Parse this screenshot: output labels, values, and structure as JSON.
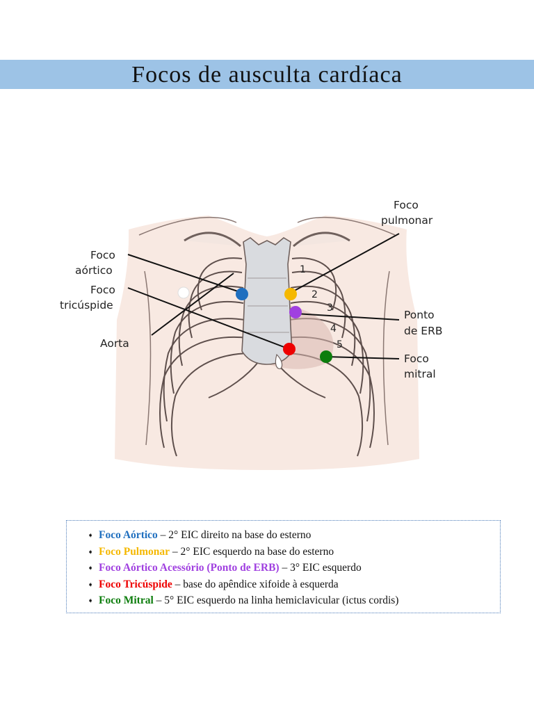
{
  "title": "Focos de ausculta cardíaca",
  "colors": {
    "title_band": "#9dc3e6",
    "aortic": "#1f6fbf",
    "pulmonary": "#f5b800",
    "erb": "#a040e0",
    "tricuspid": "#ee0000",
    "mitral": "#0d7d0d"
  },
  "diagram": {
    "labels": {
      "foco_pulmonar_1": "Foco",
      "foco_pulmonar_2": "pulmonar",
      "foco_aortico_1": "Foco",
      "foco_aortico_2": "aórtico",
      "foco_tricuspide_1": "Foco",
      "foco_tricuspide_2": "tricúspide",
      "aorta": "Aorta",
      "ponto_erb_1": "Ponto",
      "ponto_erb_2": "de ERB",
      "foco_mitral_1": "Foco",
      "foco_mitral_2": "mitral"
    },
    "rib_numbers": [
      "1",
      "2",
      "3",
      "4",
      "5"
    ]
  },
  "legend": [
    {
      "name": "Foco Aórtico",
      "text": " – 2° EIC direito na base do esterno",
      "color": "#1f6fbf",
      "bullet_icon": "arrow-bullet-icon"
    },
    {
      "name": "Foco Pulmonar",
      "text": " – 2° EIC esquerdo na base do esterno",
      "color": "#f5b800",
      "bullet_icon": "arrow-bullet-icon"
    },
    {
      "name": "Foco Aórtico Acessório (Ponto de ERB)",
      "text": " – 3° EIC esquerdo",
      "color": "#a040e0",
      "bullet_icon": "arrow-bullet-icon"
    },
    {
      "name": "Foco Tricúspide",
      "text": " – base do apêndice xifoide à esquerda",
      "color": "#ee0000",
      "bullet_icon": "arrow-bullet-icon"
    },
    {
      "name": "Foco Mitral",
      "text": " – 5° EIC esquerdo na linha hemiclavicular (ictus cordis)",
      "color": "#0d7d0d",
      "bullet_icon": "arrow-bullet-icon"
    }
  ]
}
